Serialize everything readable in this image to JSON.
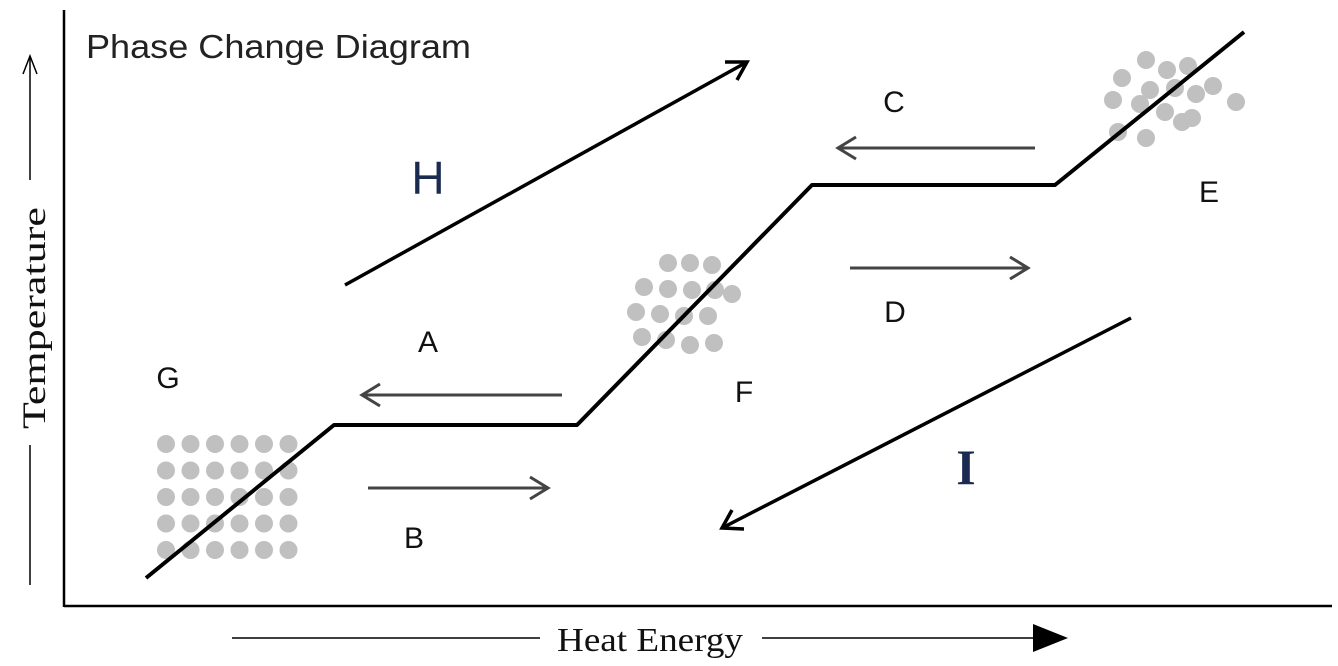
{
  "title": "Phase Change Diagram",
  "axes": {
    "x_label": "Heat Energy",
    "y_label": "Temperature"
  },
  "labels": {
    "A": "A",
    "B": "B",
    "C": "C",
    "D": "D",
    "E": "E",
    "F": "F",
    "G": "G",
    "H": "H",
    "I": "I"
  },
  "colors": {
    "line": "#000000",
    "particle": "#c0c0c0",
    "big_label": "#1a2a50"
  }
}
